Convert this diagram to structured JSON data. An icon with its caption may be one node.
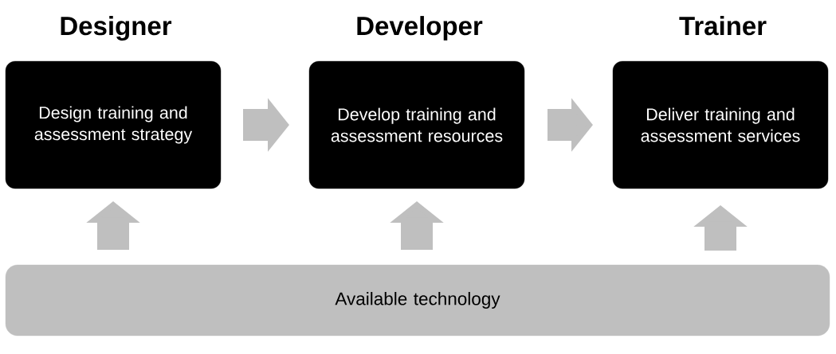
{
  "diagram": {
    "nodes": [
      {
        "text": [
          "Designer",
          "Design training and assessment strategy"
        ]
      },
      {
        "text": [
          "Developer",
          "Develop training and assessment resources"
        ]
      },
      {
        "text": [
          "Trainer",
          "Deliver training and assessment services"
        ]
      },
      {
        "text": [
          "Available technology"
        ]
      }
    ],
    "edges": [
      {
        "from": 0,
        "to": 1,
        "arrow": "to"
      },
      {
        "from": 1,
        "to": 2,
        "arrow": "to"
      },
      {
        "from": 3,
        "to": 0,
        "arrow": "to"
      },
      {
        "from": 3,
        "to": 1,
        "arrow": "to"
      },
      {
        "from": 3,
        "to": 2,
        "arrow": "to"
      }
    ]
  }
}
